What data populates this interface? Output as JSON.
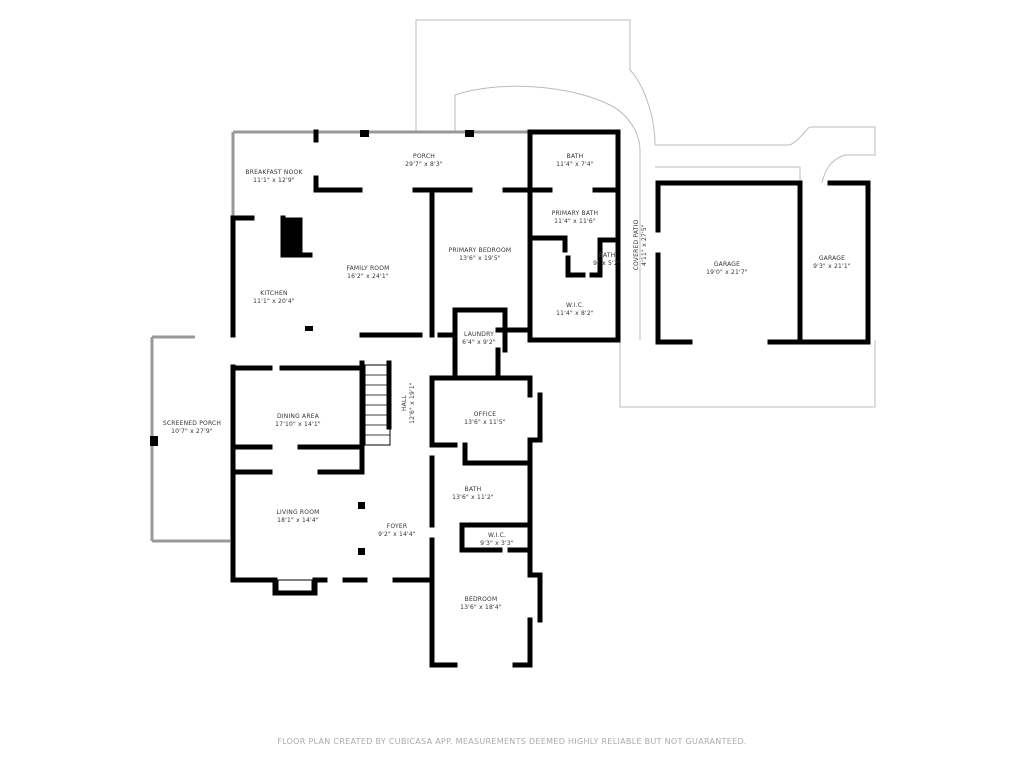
{
  "rooms": {
    "breakfast_nook": {
      "name": "BREAKFAST NOOK",
      "dims": "11'1\" x 12'9\""
    },
    "porch": {
      "name": "PORCH",
      "dims": "29'7\" x 8'3\""
    },
    "bath_top": {
      "name": "BATH",
      "dims": "11'4\" x 7'4\""
    },
    "primary_bath": {
      "name": "PRIMARY BATH",
      "dims": "11'4\" x 11'6\""
    },
    "primary_bedroom": {
      "name": "PRIMARY BEDROOM",
      "dims": "13'6\" x 19'5\""
    },
    "family_room": {
      "name": "FAMILY ROOM",
      "dims": "16'2\" x 24'1\""
    },
    "kitchen": {
      "name": "KITCHEN",
      "dims": "11'1\" x 20'4\""
    },
    "bath_small": {
      "name": "BATH",
      "dims": "9\" x 5'2\""
    },
    "wic_primary": {
      "name": "W.I.C.",
      "dims": "11'4\" x 8'2\""
    },
    "covered_patio": {
      "name": "COVERED PATIO",
      "dims": "4'11\" x 27'5\""
    },
    "garage_1": {
      "name": "GARAGE",
      "dims": "19'0\" x 21'7\""
    },
    "garage_2": {
      "name": "GARAGE",
      "dims": "9'3\" x 21'1\""
    },
    "laundry": {
      "name": "LAUNDRY",
      "dims": "6'4\" x 9'2\""
    },
    "screened_porch": {
      "name": "SCREENED PORCH",
      "dims": "10'7\" x 27'9\""
    },
    "dining_area": {
      "name": "DINING AREA",
      "dims": "17'10\" x 14'1\""
    },
    "hall": {
      "name": "HALL",
      "dims": "12'6\" x 19'1\""
    },
    "office": {
      "name": "OFFICE",
      "dims": "13'6\" x 11'5\""
    },
    "bath_hall": {
      "name": "BATH",
      "dims": "13'6\" x 11'2\""
    },
    "living_room": {
      "name": "LIVING ROOM",
      "dims": "18'1\" x 14'4\""
    },
    "foyer": {
      "name": "FOYER",
      "dims": "9'2\" x 14'4\""
    },
    "wic_bedroom": {
      "name": "W.I.C.",
      "dims": "9'3\" x 3'3\""
    },
    "bedroom": {
      "name": "BEDROOM",
      "dims": "13'6\" x 18'4\""
    }
  },
  "footer": "FLOOR PLAN CREATED BY CUBICASA APP. MEASUREMENTS DEEMED HIGHLY RELIABLE BUT NOT GUARANTEED."
}
